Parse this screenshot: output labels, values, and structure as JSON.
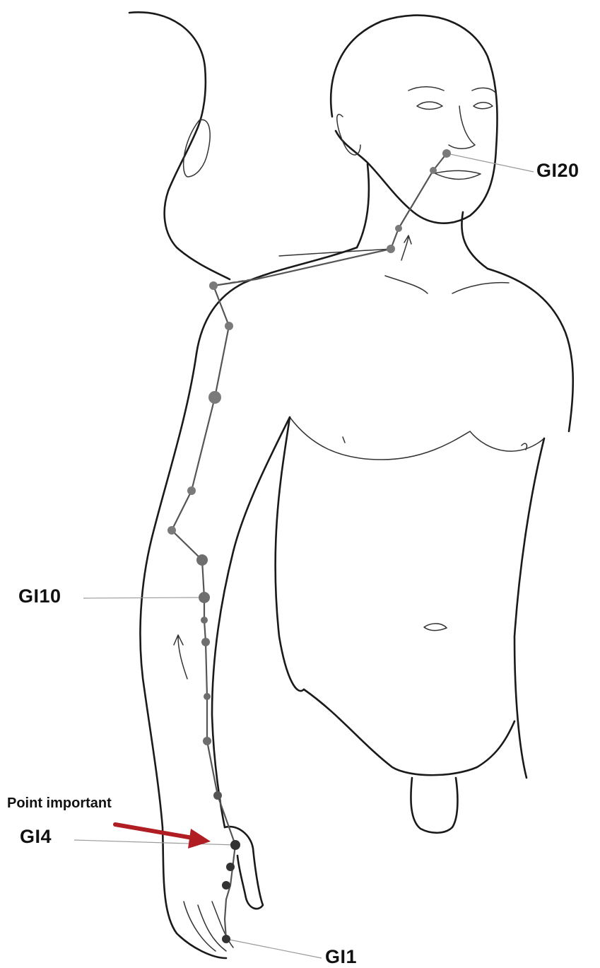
{
  "labels": {
    "gi20": "GI20",
    "gi10": "GI10",
    "gi4": "GI4",
    "gi1": "GI1",
    "important_note": "Point important"
  },
  "colors": {
    "outline": "#1a1a1a",
    "meridian": "#555555",
    "point_upper": "#7a7a7a",
    "point_lower": "#333333",
    "arrow": "#b01e23",
    "leader": "#9a9a9a"
  },
  "meridian": {
    "name_shown": "",
    "point_count": 20
  }
}
